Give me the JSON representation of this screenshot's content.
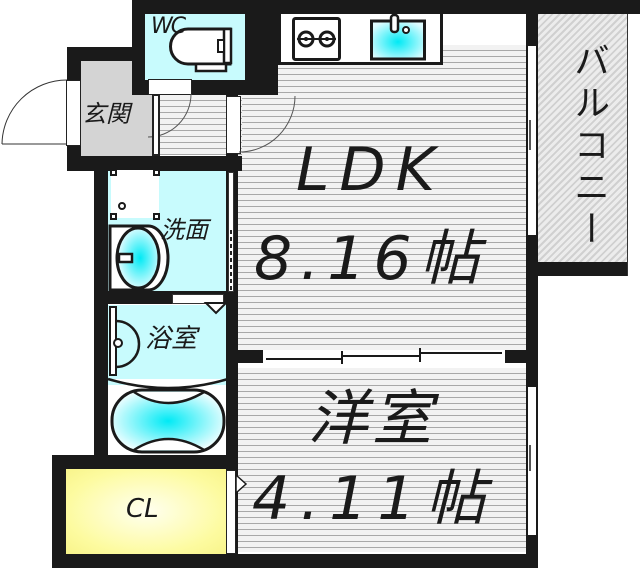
{
  "floorplan": {
    "rooms": {
      "ldk": {
        "name": "LDK",
        "size": "8.16帖"
      },
      "western_room": {
        "name": "洋室",
        "size": "4.11帖"
      },
      "balcony": {
        "name": "バルコニー"
      },
      "wc": {
        "name": "WC"
      },
      "entrance": {
        "name": "玄関"
      },
      "washroom": {
        "name": "洗面"
      },
      "bathroom": {
        "name": "浴室"
      },
      "closet": {
        "name": "CL"
      }
    },
    "colors": {
      "wall": "#1a1a1a",
      "wet_area": "#c8fbfd",
      "closet": "#fdfba0",
      "entrance_floor": "#d4d4d4",
      "floor": "#f2f2f2",
      "fixture_accent": "#00e5f0"
    }
  }
}
